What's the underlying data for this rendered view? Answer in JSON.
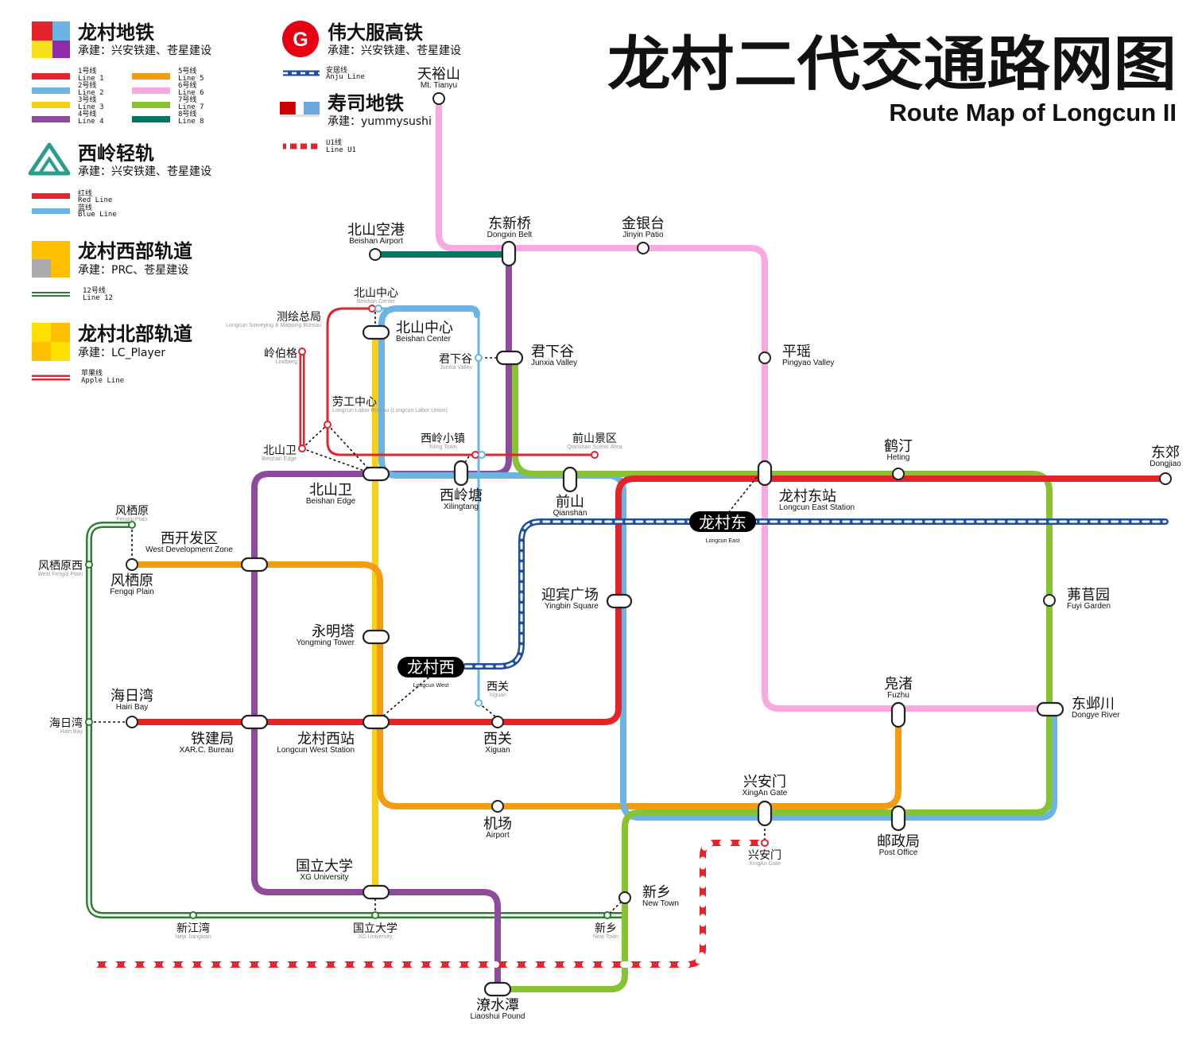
{
  "title": {
    "zh": "龙村二代交通路网图",
    "en": "Route Map of Longcun II"
  },
  "legend": {
    "metro": {
      "name": "龙村地铁",
      "builder": "承建：兴安铁建、苍星建设",
      "lines": [
        {
          "zh": "1号线",
          "en": "Line 1",
          "color": "#e3242b"
        },
        {
          "zh": "2号线",
          "en": "Line 2",
          "color": "#6cb4e4"
        },
        {
          "zh": "3号线",
          "en": "Line 3",
          "color": "#f7d117"
        },
        {
          "zh": "4号线",
          "en": "Line 4",
          "color": "#8e4b9e"
        },
        {
          "zh": "5号线",
          "en": "Line 5",
          "color": "#f39c12"
        },
        {
          "zh": "6号线",
          "en": "Line 6",
          "color": "#f9a8e0"
        },
        {
          "zh": "7号线",
          "en": "Line 7",
          "color": "#86c232"
        },
        {
          "zh": "8号线",
          "en": "Line 8",
          "color": "#00775e"
        }
      ]
    },
    "lightrail": {
      "name": "西岭轻轨",
      "builder": "承建：兴安铁建、苍星建设",
      "lines": [
        {
          "zh": "红线",
          "en": "Red Line",
          "color": "#e3242b"
        },
        {
          "zh": "蓝线",
          "en": "Blue Line",
          "color": "#6cb4e4"
        }
      ]
    },
    "west": {
      "name": "龙村西部轨道",
      "builder": "承建：PRC、苍星建设",
      "lines": [
        {
          "zh": "12号线",
          "en": "Line 12",
          "color": "#2e7d32"
        }
      ]
    },
    "north": {
      "name": "龙村北部轨道",
      "builder": "承建：LC_Player",
      "lines": [
        {
          "zh": "苹果线",
          "en": "Apple Line",
          "color": "#e3242b"
        }
      ]
    },
    "hsr": {
      "name": "伟大服高铁",
      "builder": "承建：兴安铁建、苍星建设",
      "logo_letter": "G",
      "lines": [
        {
          "zh": "安居线",
          "en": "Anju Line",
          "color": "#1f4fa3"
        }
      ]
    },
    "sushi": {
      "name": "寿司地铁",
      "builder": "承建：yummysushi",
      "lines": [
        {
          "zh": "U1线",
          "en": "Line U1",
          "color": "#e3242b"
        }
      ]
    }
  },
  "stations": [
    {
      "id": "tianyushan",
      "zh": "天裕山",
      "en": "Mt. Tianyu"
    },
    {
      "id": "dongxinqiao",
      "zh": "东新桥",
      "en": "Dongxin Belt"
    },
    {
      "id": "jinyintai",
      "zh": "金银台",
      "en": "Jinyin Patio"
    },
    {
      "id": "beishanairport",
      "zh": "北山空港",
      "en": "Beishan Airport"
    },
    {
      "id": "beishancenter_lr",
      "zh": "北山中心",
      "en": "Beishan Center"
    },
    {
      "id": "beishancenter",
      "zh": "北山中心",
      "en": "Beishan Center"
    },
    {
      "id": "cehui",
      "zh": "测绘总局",
      "en": "Longcun Surveying & Mapping Bureau"
    },
    {
      "id": "lingbo",
      "zh": "岭伯格",
      "en": "Lindberg"
    },
    {
      "id": "junxiagu_lr",
      "zh": "君下谷",
      "en": "Junxia Valley"
    },
    {
      "id": "junxiagu",
      "zh": "君下谷",
      "en": "Junxia Valley"
    },
    {
      "id": "pingyao",
      "zh": "平瑶",
      "en": "Pingyao Valley"
    },
    {
      "id": "laogong",
      "zh": "劳工中心",
      "en": "Longcun Labor Bureau (Longcun Labor Union)"
    },
    {
      "id": "xilingtown",
      "zh": "西岭小镇",
      "en": "Xiling Town"
    },
    {
      "id": "qianshanscenic",
      "zh": "前山景区",
      "en": "Qianshan Scenic Area"
    },
    {
      "id": "beishanwei_lr",
      "zh": "北山卫",
      "en": "Beishan Edge"
    },
    {
      "id": "heting",
      "zh": "鹤汀",
      "en": "Heting"
    },
    {
      "id": "dongjiao",
      "zh": "东郊",
      "en": "Dongjiao"
    },
    {
      "id": "beishanwei",
      "zh": "北山卫",
      "en": "Beishan Edge"
    },
    {
      "id": "xilingtang",
      "zh": "西岭塘",
      "en": "Xilingtang"
    },
    {
      "id": "qianshan",
      "zh": "前山",
      "en": "Qianshan"
    },
    {
      "id": "lcdongzhan",
      "zh": "龙村东站",
      "en": "Longcun East Station"
    },
    {
      "id": "lcdong",
      "zh": "龙村东",
      "en": "Longcun East"
    },
    {
      "id": "fengqi_w12",
      "zh": "风栖原",
      "en": "Fengqi Plain"
    },
    {
      "id": "xikaifa",
      "zh": "西开发区",
      "en": "West Development Zone"
    },
    {
      "id": "fengqixi",
      "zh": "风栖原西",
      "en": "West Fengqi Plain"
    },
    {
      "id": "fengqi",
      "zh": "风栖原",
      "en": "Fengqi Plain"
    },
    {
      "id": "yingbin",
      "zh": "迎宾广场",
      "en": "Yingbin Square"
    },
    {
      "id": "fuyi",
      "zh": "茀苢园",
      "en": "Fuyi Garden"
    },
    {
      "id": "yongming",
      "zh": "永明塔",
      "en": "Yongming Tower"
    },
    {
      "id": "lcxi",
      "zh": "龙村西",
      "en": "Longcun West"
    },
    {
      "id": "xiguan_lr",
      "zh": "西关",
      "en": "Xiguan"
    },
    {
      "id": "fuzhu",
      "zh": "凫渚",
      "en": "Fuzhu"
    },
    {
      "id": "haiwan",
      "zh": "海日湾",
      "en": "Hairi Bay"
    },
    {
      "id": "haiwan_w12",
      "zh": "海日湾",
      "en": "Hairi Bay"
    },
    {
      "id": "dongyingchuan",
      "zh": "东邺川",
      "en": "Dongye River"
    },
    {
      "id": "tiejian",
      "zh": "铁建局",
      "en": "XAR.C. Bureau"
    },
    {
      "id": "lcxizhan",
      "zh": "龙村西站",
      "en": "Longcun West Station"
    },
    {
      "id": "xiguan",
      "zh": "西关",
      "en": "Xiguan"
    },
    {
      "id": "xinganmen",
      "zh": "兴安门",
      "en": "XingAn Gate"
    },
    {
      "id": "jichang",
      "zh": "机场",
      "en": "Airport"
    },
    {
      "id": "youzheng",
      "zh": "邮政局",
      "en": "Post Office"
    },
    {
      "id": "xinganmen_ap",
      "zh": "兴安门",
      "en": "XingAn Gate"
    },
    {
      "id": "guoli",
      "zh": "国立大学",
      "en": "XG University"
    },
    {
      "id": "xinxiang",
      "zh": "新乡",
      "en": "New Town"
    },
    {
      "id": "xinjiangwan",
      "zh": "新江湾",
      "en": "New Jiangwan"
    },
    {
      "id": "guoli_w12",
      "zh": "国立大学",
      "en": "XG University"
    },
    {
      "id": "xinxiang_w12",
      "zh": "新乡",
      "en": "New Town"
    },
    {
      "id": "liaoshui",
      "zh": "潦水潭",
      "en": "Liaoshui Pound"
    }
  ]
}
